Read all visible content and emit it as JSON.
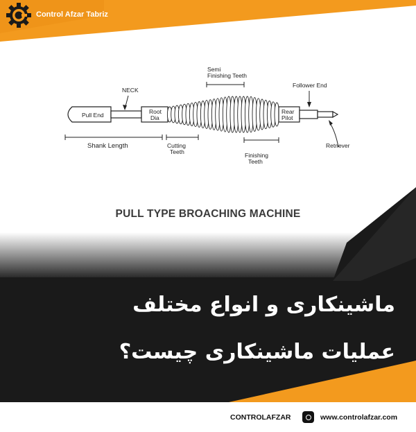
{
  "brand": {
    "name": "Control Afzar Tabriz",
    "logo_icon": "gear-logo-icon",
    "accent_color": "#f39a1e",
    "dark_color": "#1a1a1a"
  },
  "diagram": {
    "title": "PULL TYPE BROACHING MACHINE",
    "labels": {
      "pull_end": "Pull End",
      "neck": "NECK",
      "root_dia_1": "Root",
      "root_dia_2": "Dia",
      "semi_1": "Semi",
      "semi_2": "Finishing Teeth",
      "rear_pilot_1": "Rear",
      "rear_pilot_2": "Pilot",
      "follower_end": "Follower End",
      "shank_length": "Shank Length",
      "cutting_1": "Cutting",
      "cutting_2": "Teeth",
      "finishing_1": "Finishing",
      "finishing_2": "Teeth",
      "retriever": "Retriever"
    }
  },
  "headline": {
    "line1": "ماشینکاری و انواع مختلف",
    "line2": "عملیات ماشینکاری چیست؟"
  },
  "footer": {
    "brand": "CONTROLAFZAR",
    "icon": "instagram-icon",
    "url": "www.controlafzar.com"
  }
}
